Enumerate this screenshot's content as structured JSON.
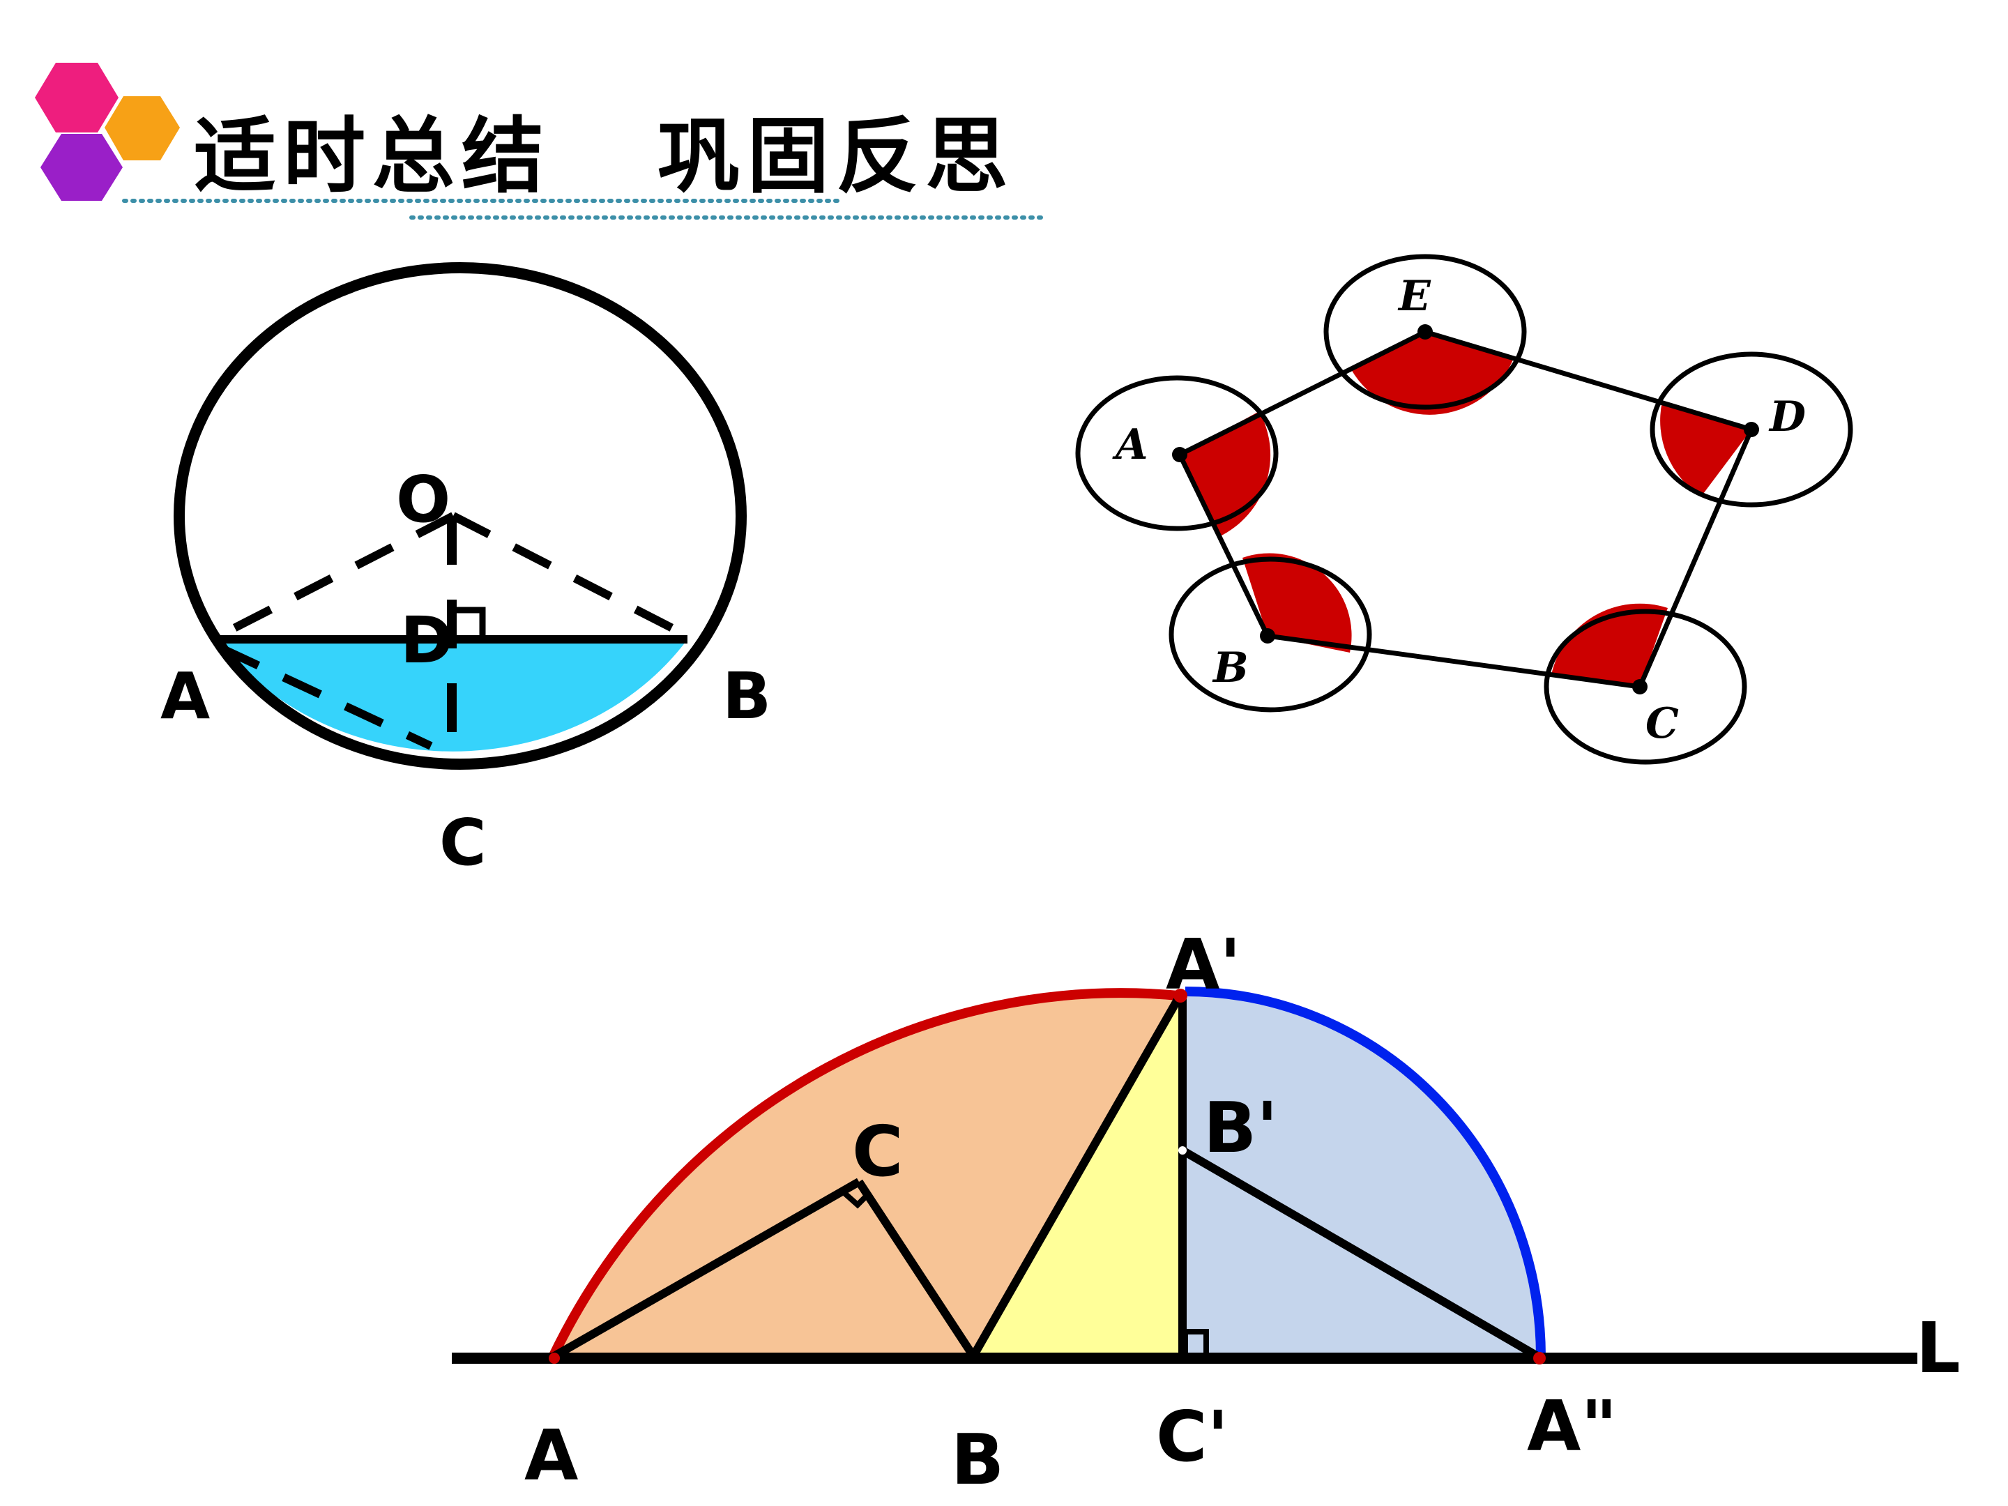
{
  "header": {
    "title": "适时总结   巩固反思",
    "icon_colors": [
      "#ee1e7e",
      "#f7a116",
      "#9a1fc8"
    ]
  },
  "figure_circle": {
    "labels": {
      "O": "O",
      "D": "D",
      "A": "A",
      "B": "B",
      "C": "C"
    },
    "segment_fill": "#36d3fb"
  },
  "figure_pentagon": {
    "labels": {
      "A": "A",
      "B": "B",
      "C": "C",
      "D": "D",
      "E": "E"
    },
    "sector_fill": "#cc0000"
  },
  "figure_rotation": {
    "labels": {
      "A": "A",
      "B": "B",
      "C": "C",
      "A_prime": "A'",
      "B_prime": "B'",
      "C_prime": "C'",
      "A_double_prime": "A\"",
      "L": "L"
    },
    "fills": {
      "big_sector": "#f7c496",
      "triangle": "#ffff99",
      "small_sector": "#c5d5ec"
    },
    "arc_colors": {
      "big_arc": "#cc0000",
      "small_arc": "#0022ee"
    }
  }
}
